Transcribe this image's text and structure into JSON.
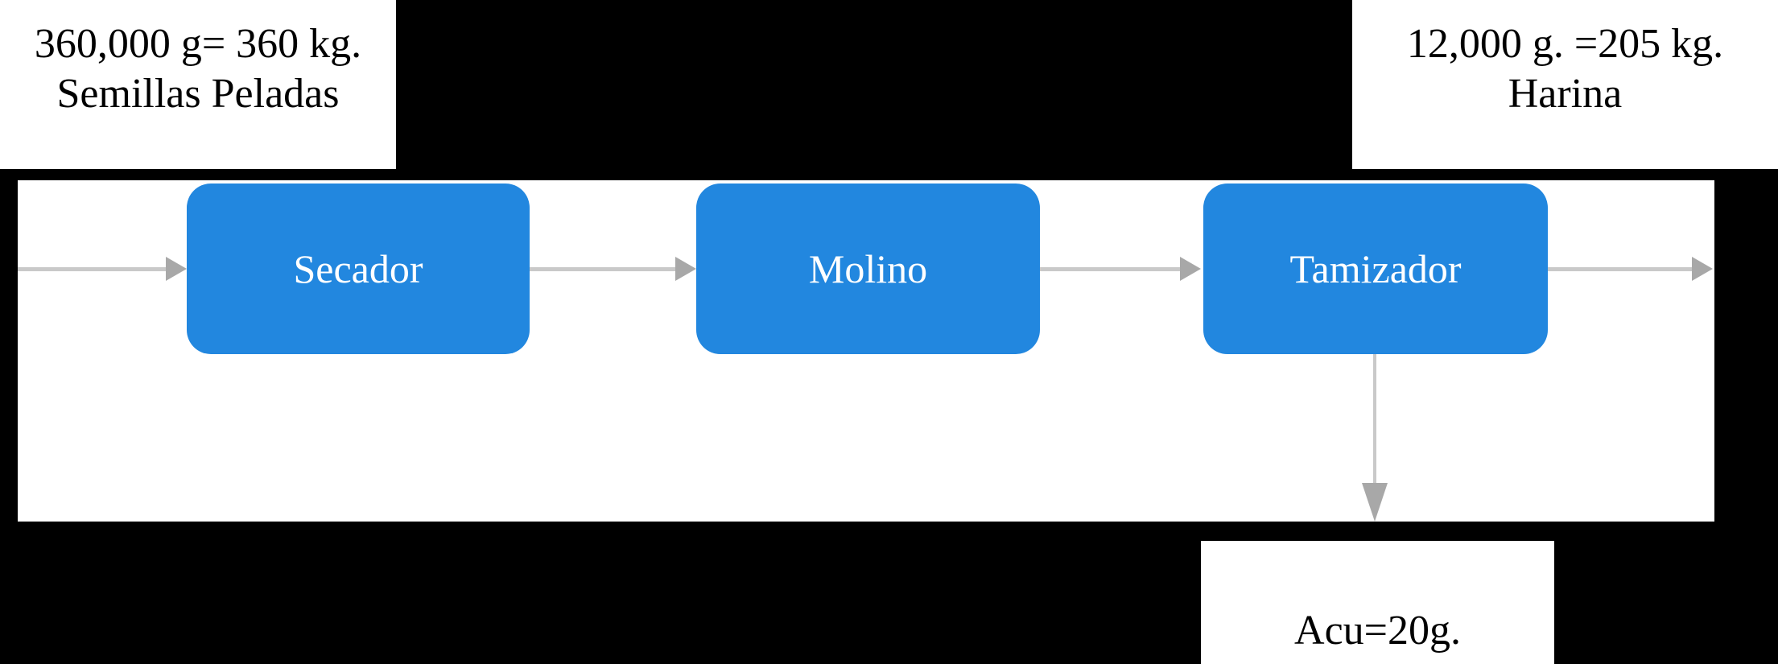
{
  "labels": {
    "input": {
      "line1": "360,000 g= 360 kg.",
      "line2": "Semillas Peladas"
    },
    "output": {
      "line1": "12,000 g. =205 kg.",
      "line2": "Harina"
    },
    "accumulated": {
      "line1": "Acu=20g."
    }
  },
  "nodes": [
    {
      "label": "Secador"
    },
    {
      "label": "Molino"
    },
    {
      "label": "Tamizador"
    }
  ],
  "colors": {
    "node_fill": "#2287DF",
    "node_text": "#FFFFFF",
    "arrow_line": "#C9C9C9",
    "arrow_head": "#A8A8A8",
    "panel_background": "#FFFFFF",
    "canvas_background": "#000000",
    "label_text": "#000000"
  }
}
